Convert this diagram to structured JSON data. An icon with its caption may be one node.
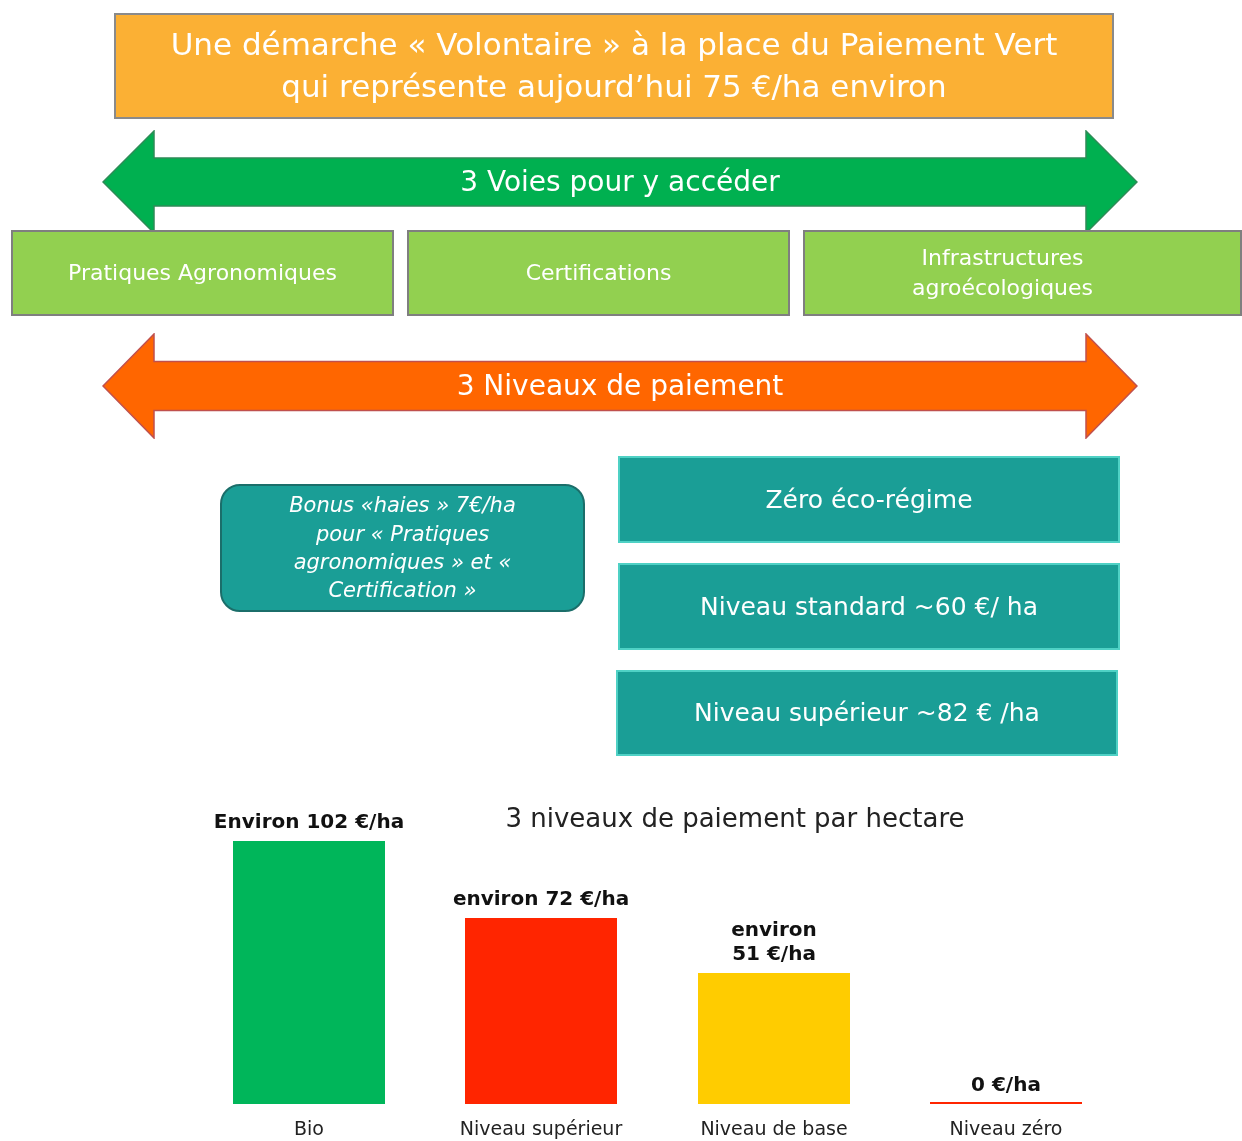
{
  "diagram": {
    "nodes": [
      {
        "text": [
          "Une démarche « Volontaire » à la place du Paiement Vert qui représente aujourd’hui 75 €/ha environ"
        ]
      },
      {
        "text": [
          "3 Voies pour y accéder"
        ]
      },
      {
        "text": [
          "Pratiques Agronomiques"
        ]
      },
      {
        "text": [
          "Certifications"
        ]
      },
      {
        "text": [
          "Infrastructures agroécologiques"
        ]
      },
      {
        "text": [
          "3 Niveaux de paiement"
        ]
      },
      {
        "text": [
          "Bonus «haies » 7€/ha pour « Pratiques agronomiques » et « Certification »"
        ]
      },
      {
        "text": [
          "Zéro éco-régime"
        ]
      },
      {
        "text": [
          "Niveau standard ~60 €/ ha"
        ]
      },
      {
        "text": [
          "Niveau supérieur ~82 € /ha"
        ]
      }
    ],
    "edges": [],
    "chart_data": {
      "type": "bar",
      "title": "3 niveaux de paiement par hectare",
      "categories": [
        "Bio",
        "Niveau supérieur",
        "Niveau de base",
        "Niveau zéro"
      ],
      "values": [
        102,
        72,
        51,
        0
      ],
      "value_labels": [
        "Environ 102 €/ha",
        "environ 72 €/ha",
        "environ 51 €/ha",
        "0 €/ha"
      ]
    }
  }
}
